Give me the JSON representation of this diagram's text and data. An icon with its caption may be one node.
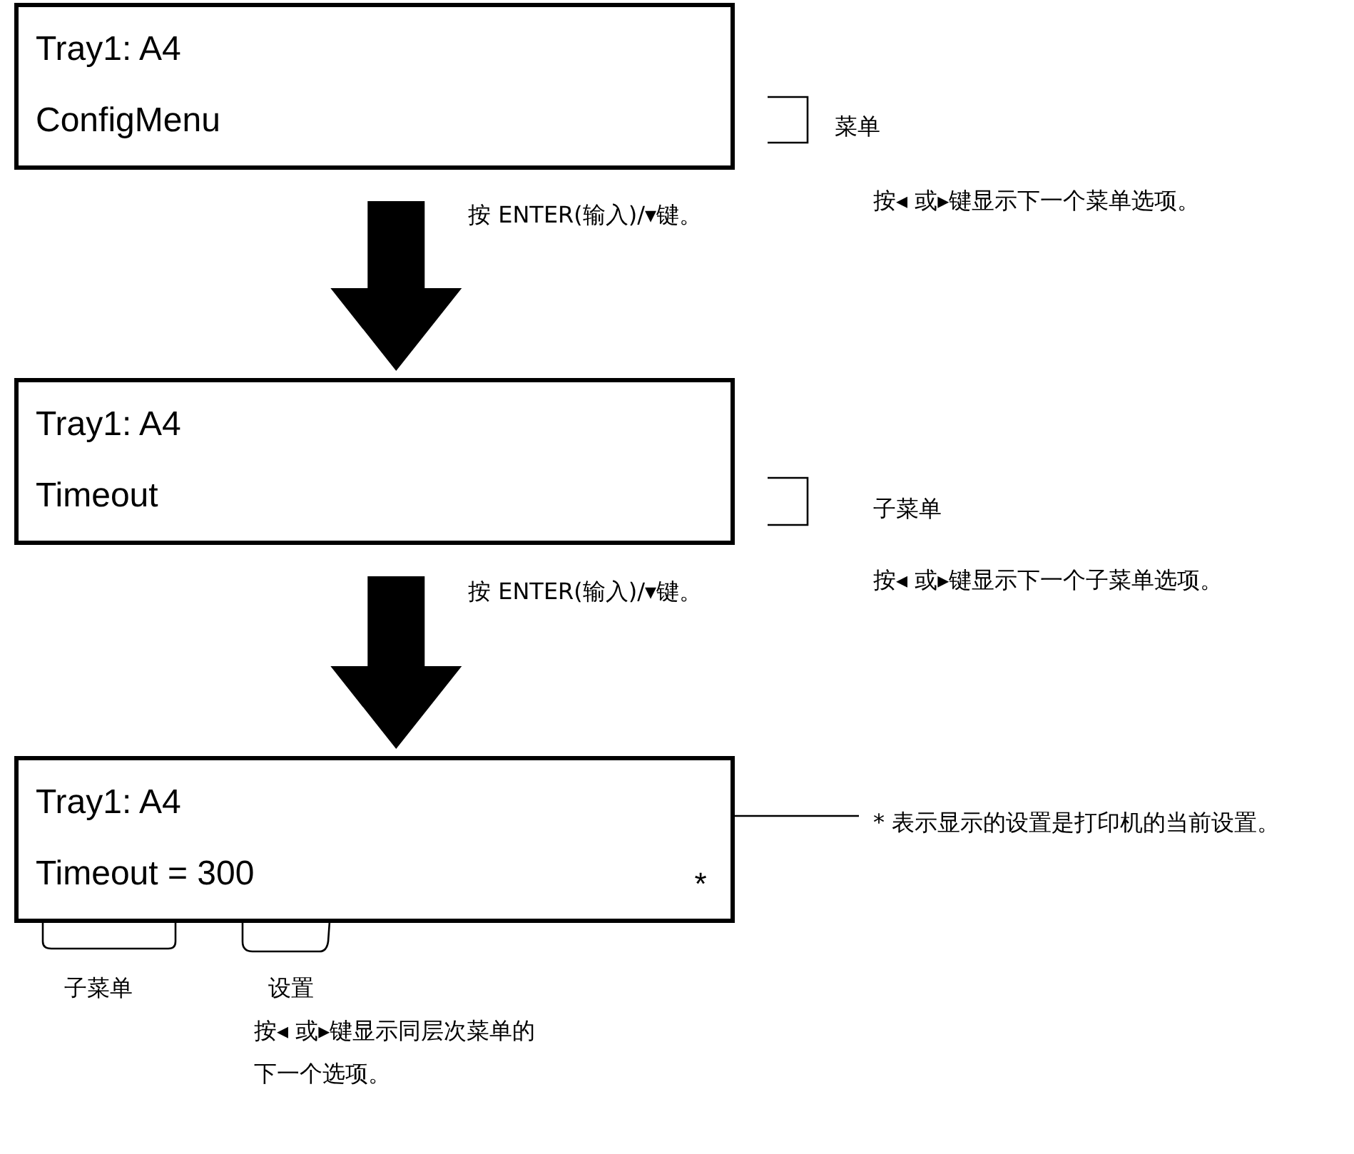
{
  "diagram": {
    "nodes": [
      {
        "text": [
          "Tray1: A4",
          "ConfigMenu"
        ]
      },
      {
        "text": [
          "Tray1: A4",
          "Timeout"
        ]
      },
      {
        "text": [
          "Tray1: A4",
          "Timeout = 300"
        ]
      },
      {
        "text": [
          "*"
        ],
        "in": 2
      },
      {
        "text": [
          "* 表示显示的设置是打印机的当前设置。"
        ]
      }
    ],
    "edges": [
      {
        "from": 0,
        "to": 1,
        "arrow": "to",
        "style": "thick",
        "label": "按 ENTER(输入)/▾键。"
      },
      {
        "from": 1,
        "to": 2,
        "arrow": "to",
        "style": "thick",
        "label": "按 ENTER(输入)/▾键。"
      },
      {
        "from": 4,
        "to": 3,
        "arrow": "none"
      }
    ],
    "labels": [
      "菜单",
      "按◂ 或▸键显示下一个菜单选项。",
      "子菜单",
      "按◂ 或▸键显示下一个子菜单选项。",
      "子菜单",
      "设置",
      "按◂ 或▸键显示同层次菜单的下一个选项。"
    ]
  }
}
